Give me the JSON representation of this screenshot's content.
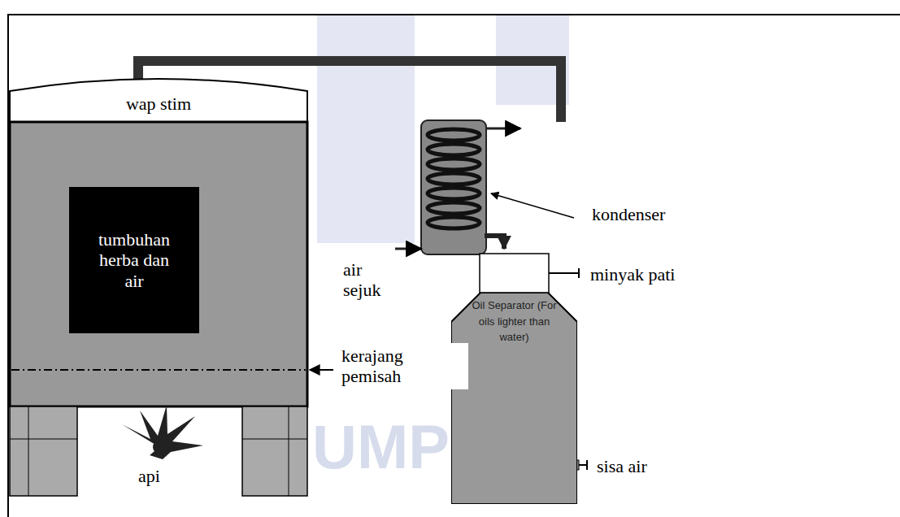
{
  "diagram": {
    "nodes": [
      {
        "text": [
          "wap stim"
        ]
      },
      {
        "text": [
          "tumbuhan herba dan air"
        ],
        "in": 0
      },
      {
        "text": [
          "Oil Separator (For oils lighter than water)"
        ]
      }
    ],
    "labels": [
      "air sejuk",
      "kondenser",
      "minyak pati",
      "kerajang pemisah",
      "sisa air",
      "api",
      "UMP"
    ]
  }
}
